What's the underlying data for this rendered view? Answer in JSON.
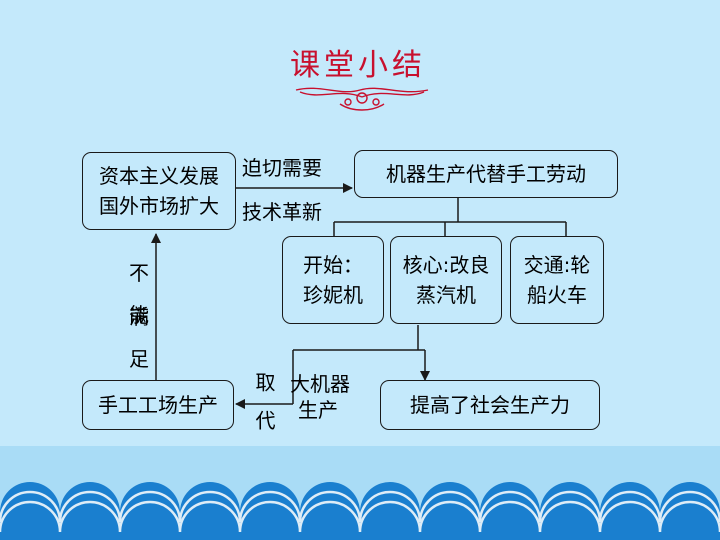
{
  "title": "课堂小结",
  "boxes": {
    "expand_line1": "资本主义发展",
    "expand_line2": "国外市场扩大",
    "machine": "机器生产代替手工劳动",
    "start_line1": "开始：",
    "start_line2": "珍妮机",
    "core_line1": "核心:改良",
    "core_line2": "蒸汽机",
    "traffic_line1": "交通:轮",
    "traffic_line2": "船火车",
    "handicraft": "手工工场生产",
    "productivity": "提高了社会生产力"
  },
  "labels": {
    "need": "迫切需要",
    "tech": "技术革新",
    "cannot": "不能",
    "satisfy": "满足",
    "replace": "取代",
    "big_machine_line1": "大机器",
    "big_machine_line2": "生产"
  },
  "colors": {
    "background": "#c4e9fb",
    "title": "#c8102e",
    "footer_band": "#9fd4f2",
    "scallop": "#1a7fcf"
  }
}
